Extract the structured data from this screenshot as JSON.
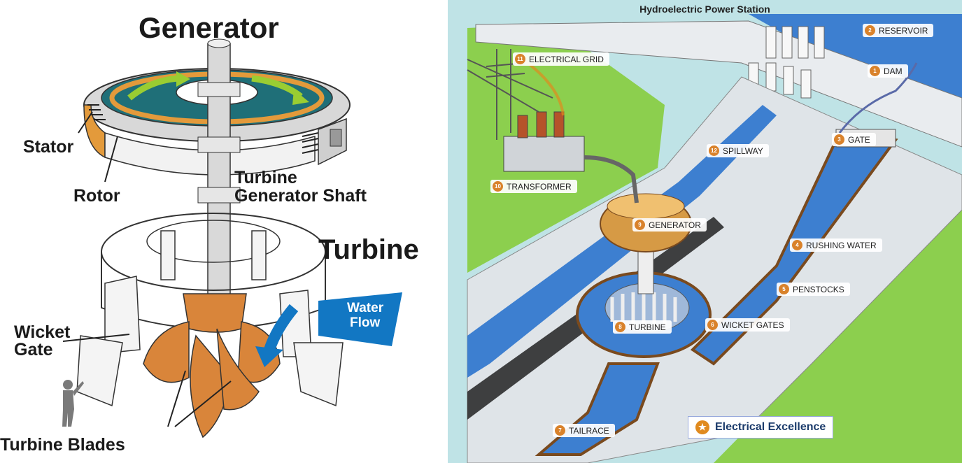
{
  "left": {
    "title_generator": "Generator",
    "title_turbine": "Turbine",
    "labels": {
      "stator": "Stator",
      "rotor": "Rotor",
      "shaft_line1": "Turbine",
      "shaft_line2": "Generator Shaft",
      "wicket_line1": "Wicket",
      "wicket_line2": "Gate",
      "water_line1": "Water",
      "water_line2": "Flow",
      "blades": "Turbine Blades"
    },
    "colors": {
      "rotor": "#e39a3b",
      "core": "#1f6f78",
      "arrow": "#9acd32",
      "water": "#1277c3",
      "blade": "#d9853a"
    }
  },
  "right": {
    "title": "Hydroelectric Power Station",
    "callouts": [
      {
        "num": "1",
        "label": "DAM"
      },
      {
        "num": "2",
        "label": "RESERVOIR"
      },
      {
        "num": "3",
        "label": "GATE"
      },
      {
        "num": "4",
        "label": "RUSHING WATER"
      },
      {
        "num": "5",
        "label": "PENSTOCKS"
      },
      {
        "num": "6",
        "label": "WICKET GATES"
      },
      {
        "num": "7",
        "label": "TAILRACE"
      },
      {
        "num": "8",
        "label": "TURBINE"
      },
      {
        "num": "9",
        "label": "GENERATOR"
      },
      {
        "num": "10",
        "label": "TRANSFORMER"
      },
      {
        "num": "11",
        "label": "ELECTRICAL GRID"
      },
      {
        "num": "12",
        "label": "SPILLWAY"
      }
    ],
    "brand": "Electrical Excellence",
    "colors": {
      "grass": "#8ccf4e",
      "water": "#3d7fd0",
      "concrete": "#e9ecef",
      "generator": "#d69a45"
    }
  }
}
